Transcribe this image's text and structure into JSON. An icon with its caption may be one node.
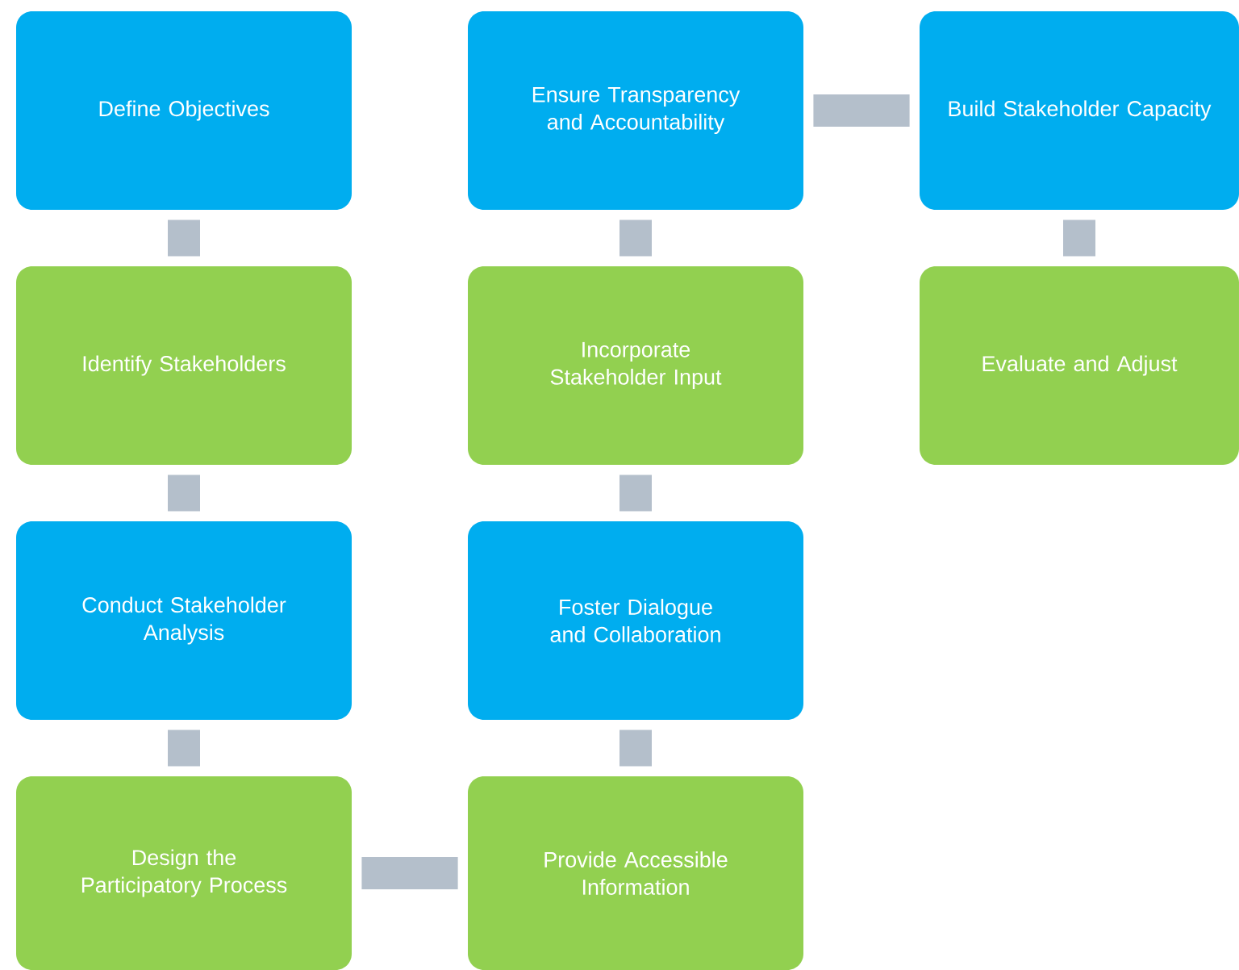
{
  "diagram": {
    "nodes": [
      {
        "text": [
          "Define Objectives"
        ]
      },
      {
        "text": [
          "Identify Stakeholders"
        ]
      },
      {
        "text": [
          "Conduct Stakeholder Analysis"
        ]
      },
      {
        "text": [
          "Design the Participatory Process"
        ]
      },
      {
        "text": [
          "Provide Accessible Information"
        ]
      },
      {
        "text": [
          "Foster Dialogue and Collaboration"
        ]
      },
      {
        "text": [
          "Incorporate Stakeholder Input"
        ]
      },
      {
        "text": [
          "Ensure Transparency and Accountability"
        ]
      },
      {
        "text": [
          "Build Stakeholder Capacity"
        ]
      },
      {
        "text": [
          "Evaluate and Adjust"
        ]
      }
    ],
    "edges": [
      {
        "from": 0,
        "to": 1,
        "arrow": "none"
      },
      {
        "from": 1,
        "to": 2,
        "arrow": "none"
      },
      {
        "from": 2,
        "to": 3,
        "arrow": "none"
      },
      {
        "from": 3,
        "to": 4,
        "arrow": "none"
      },
      {
        "from": 4,
        "to": 5,
        "arrow": "none"
      },
      {
        "from": 5,
        "to": 6,
        "arrow": "none"
      },
      {
        "from": 6,
        "to": 7,
        "arrow": "none"
      },
      {
        "from": 7,
        "to": 8,
        "arrow": "none"
      },
      {
        "from": 8,
        "to": 9,
        "arrow": "none"
      }
    ]
  }
}
